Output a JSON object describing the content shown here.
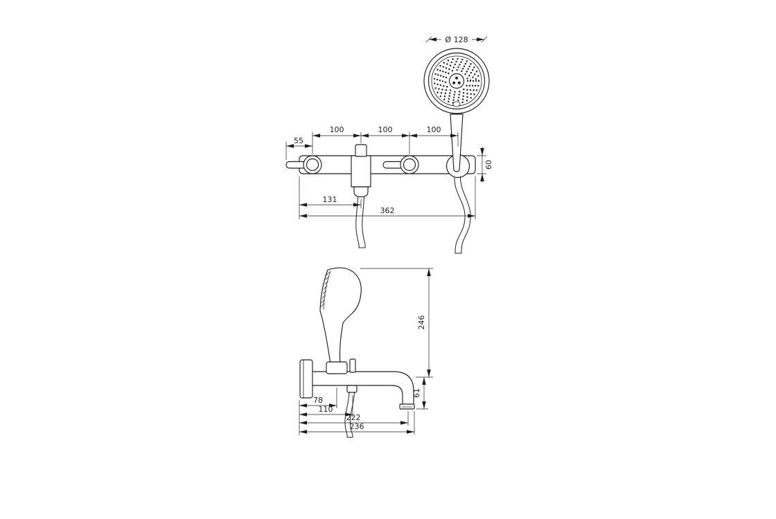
{
  "colors": {
    "ink": "#1d1d1b",
    "background": "#ffffff"
  },
  "front_view": {
    "dims": {
      "head_diameter": "Ø 128",
      "spacing_left": "100",
      "spacing_center": "100",
      "spacing_right": "100",
      "lever_length": "55",
      "bar_height": "60",
      "diverter_offset": "131",
      "bar_length": "362"
    }
  },
  "side_view": {
    "dims": {
      "handshower_height": "246",
      "spout_drop": "61",
      "holder_offset": "78",
      "hose_offset": "110",
      "spout_reach": "222",
      "overall_reach": "236"
    }
  }
}
